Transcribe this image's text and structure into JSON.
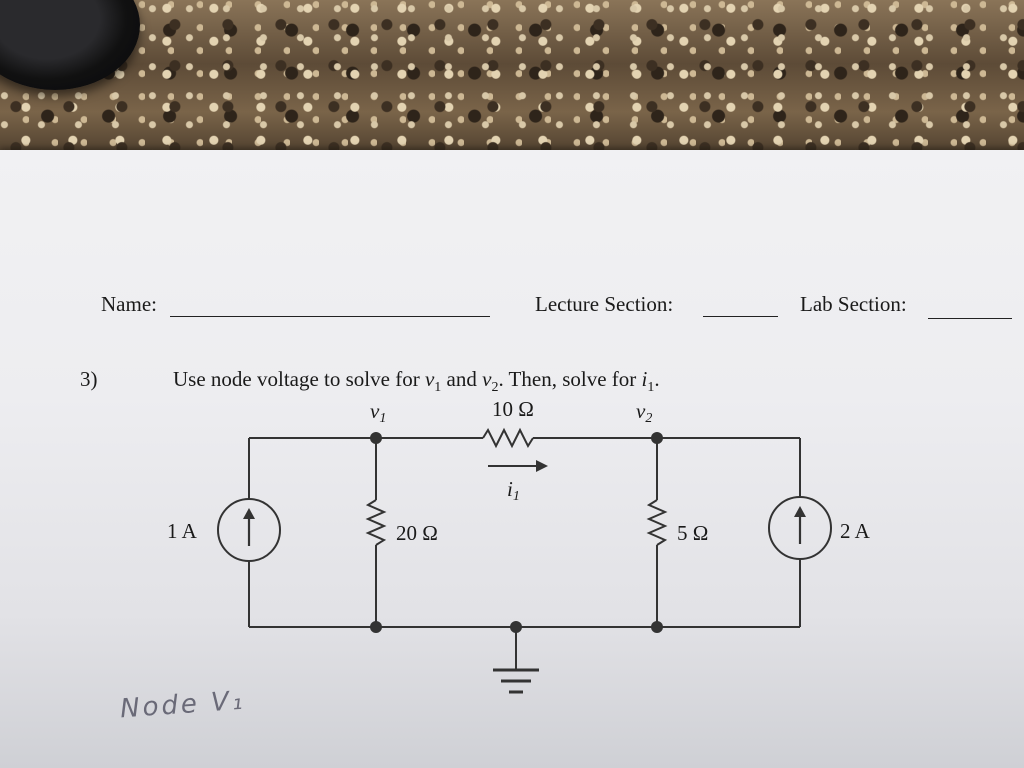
{
  "header": {
    "name_label": "Name:",
    "lecture_label": "Lecture Section:",
    "lab_label": "Lab Section:"
  },
  "problem": {
    "number": "3)",
    "text_part1": "Use node voltage to solve for ",
    "v1": "v",
    "v1_sub": "1",
    "and": " and ",
    "v2": "v",
    "v2_sub": "2",
    "then": ". Then, solve for ",
    "i1": "i",
    "i1_sub": "1",
    "end": "."
  },
  "circuit": {
    "node_v1": "v",
    "node_v1_sub": "1",
    "node_v2": "v",
    "node_v2_sub": "2",
    "r_top": "10 Ω",
    "current_i1": "i",
    "current_i1_sub": "1",
    "r_left": "20 Ω",
    "r_right": "5 Ω",
    "src_left": "1 A",
    "src_right": "2 A"
  },
  "handwriting": "Node V₁"
}
